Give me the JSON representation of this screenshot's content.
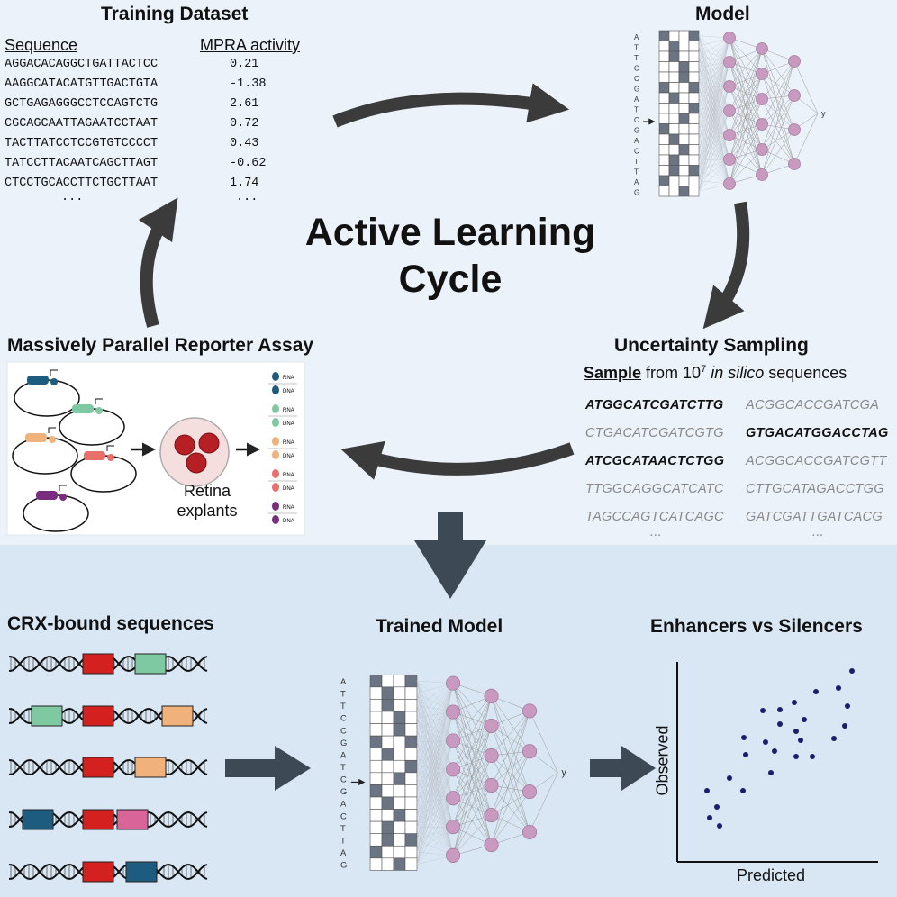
{
  "training": {
    "title": "Training Dataset",
    "col_sequence": "Sequence",
    "col_activity": "MPRA activity",
    "rows": [
      {
        "seq": "AGGACACAGGCTGATTACTCC",
        "val": "0.21"
      },
      {
        "seq": "AAGGCATACATGTTGACTGTA",
        "val": "-1.38"
      },
      {
        "seq": "GCTGAGAGGGCCTCCAGTCTG",
        "val": "2.61"
      },
      {
        "seq": "CGCAGCAATTAGAATCCTAAT",
        "val": "0.72"
      },
      {
        "seq": "TACTTATCCTCCGTGTCCCCT",
        "val": "0.43"
      },
      {
        "seq": "TATCCTTACAATCAGCTTAGT",
        "val": "-0.62"
      },
      {
        "seq": "CTCCTGCACCTTCTGCTTAAT",
        "val": "1.74"
      }
    ],
    "ellipsis_seq": "...",
    "ellipsis_val": "..."
  },
  "model": {
    "title": "Model",
    "input_letters": [
      "A",
      "T",
      "T",
      "C",
      "C",
      "G",
      "A",
      "T",
      "C",
      "G",
      "A",
      "C",
      "T",
      "T",
      "A",
      "G"
    ],
    "output_label": "y"
  },
  "cycle": {
    "line1": "Active Learning",
    "line2": "Cycle"
  },
  "mpra": {
    "title": "Massively Parallel Reporter Assay",
    "explant_line1": "Retina",
    "explant_line2": "explants",
    "rna_label": "RNA",
    "dna_label": "DNA"
  },
  "sampling": {
    "title": "Uncertainty Sampling",
    "subtitle_bold": "Sample",
    "subtitle_rest1": " from 10",
    "subtitle_sup": "7",
    "subtitle_italic": " in silico",
    "subtitle_rest2": " sequences",
    "left": [
      {
        "seq": "ATGGCATCGATCTTG",
        "bold": true
      },
      {
        "seq": "CTGACATCGATCGTG",
        "bold": false
      },
      {
        "seq": "ATCGCATAACTCTGG",
        "bold": true
      },
      {
        "seq": "TTGGCAGGCATCATC",
        "bold": false
      },
      {
        "seq": "TAGCCAGTCATCAGC",
        "bold": false
      }
    ],
    "right": [
      {
        "seq": "ACGGCACCGATCGA",
        "bold": false
      },
      {
        "seq": "GTGACATGGACCTAG",
        "bold": true
      },
      {
        "seq": "ACGGCACCGATCGTT",
        "bold": false
      },
      {
        "seq": "CTTGCATAGACCTGG",
        "bold": false
      },
      {
        "seq": "GATCGATTGATCACG",
        "bold": false
      }
    ],
    "ellipsis": "..."
  },
  "crx": {
    "title": "CRX-bound sequences"
  },
  "trained": {
    "title": "Trained Model",
    "output_label": "y"
  },
  "enh": {
    "title": "Enhancers vs Silencers",
    "xlabel": "Predicted",
    "ylabel": "Observed"
  },
  "colors": {
    "arrow": "#3b3b3b",
    "big_arrow": "#3d4a55",
    "node": "#c89ac0",
    "red": "#d4201f",
    "green": "#7fc9a2",
    "orange": "#f0b27a",
    "blue": "#1d5c7e",
    "pink": "#d9649a",
    "dot": "#1a1e6e"
  }
}
